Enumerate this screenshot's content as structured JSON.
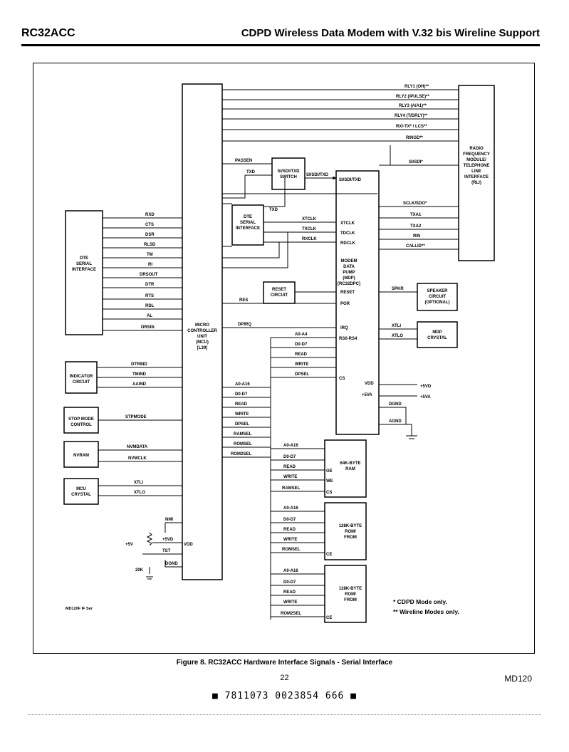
{
  "header": {
    "left": "RC32ACC",
    "right": "CDPD Wireless Data Modem with V.32 bis Wireline Support"
  },
  "blocks": {
    "mcu": [
      "MICRO",
      "CONTROLLER",
      "UNIT",
      "(MCU)",
      "[L39]"
    ],
    "dte_if": [
      "DTE",
      "SERIAL",
      "INTERFACE"
    ],
    "indicator": [
      "INDICATOR",
      "CIRCUIT"
    ],
    "stop_mode": [
      "STOP MODE",
      "CONTROL"
    ],
    "nvram": [
      "NVRAM"
    ],
    "mcu_crystal": [
      "MCU",
      "CRYSTAL"
    ],
    "switch": [
      "SI/SDI/TXD",
      "SWITCH"
    ],
    "dte_serial": [
      "DTE",
      "SERIAL",
      "INTERFACE"
    ],
    "reset": [
      "RESET",
      "CIRCUIT"
    ],
    "mdp": [
      "MODEM",
      "DATA",
      "PUMP",
      "(MDP)",
      "[RC32DPC]"
    ],
    "speaker": [
      "SPEAKER",
      "CIRCUIT",
      "(OPTIONAL)"
    ],
    "mdp_crystal": [
      "MDP",
      "CRYSTAL"
    ],
    "rli": [
      "RADIO",
      "FREQUENCY",
      "MODULE/",
      "TELEPHONE",
      "LINE",
      "INTERFACE",
      "(RLI)"
    ],
    "ram": [
      "64K-BYTE",
      "RAM"
    ],
    "rom1": [
      "128K-BYTE",
      "ROM/",
      "FROM"
    ],
    "rom2": [
      "128K-BYTE",
      "ROM/",
      "FROM"
    ]
  },
  "signals": {
    "rli_top": [
      "RLY1 (OH)**",
      "RLY2 (/PULSE)**",
      "RLY3 (A/A1)**",
      "RLY4 (T/DRLY)**",
      "RX/-TX* / LCS**",
      "RINGD**"
    ],
    "passen": "PASSEN",
    "txd": "TXD",
    "si_sdi_txd": "SI/SDI/TXD",
    "si_sdi_txd_in": "SI/SDI/TXD",
    "si_sdi": "SI/SDI*",
    "sclk": "SCLK/SDO*",
    "txa1": "TXA1",
    "txa2": "TXA2",
    "rin": "RIN",
    "callid": "CALLID**",
    "txd2": "TXD",
    "xtclk": "XTCLK",
    "txclk": "TXCLK",
    "rxclk": "RXCLK",
    "xtclk_in": "XTCLK",
    "tdclk": "TDCLK",
    "rdclk": "RDCLK",
    "dte_left": [
      "RXD",
      "CTS",
      "DSR",
      "RLSD",
      "TM",
      "RI",
      "DRSOUT",
      "DTR",
      "RTS",
      "RDL",
      "AL",
      "DRSIN"
    ],
    "res": "RES",
    "reset_pin": "RESET",
    "por": "POR",
    "dpirq": "DPIRQ",
    "irq": "IRQ",
    "a0a4": "A0-A4",
    "rs0rs4": "RS0-RS4",
    "d0d7": "D0-D7",
    "read": "READ",
    "write": "WRITE",
    "dpsel": "DPSEL",
    "cs": "CS",
    "vdd": "VDD",
    "p5va": "+5VA",
    "p5vd_r": "+5VD",
    "p5va_r": "+5VA",
    "dgnd": "DGND",
    "agnd": "AGND",
    "spkr": "SPKR",
    "xtli": "XTLI",
    "xtlo": "XTLO",
    "ind": [
      "DTRIND",
      "TMIND",
      "AAIND"
    ],
    "stpmode": "STPMODE",
    "nvmdata": "NVMDATA",
    "nvmclk": "NVMCLK",
    "mcu_xtli": "XTLI",
    "mcu_xtlo": "XTLO",
    "bus": [
      "A0-A16",
      "D0-D7",
      "READ",
      "WRITE",
      "DPSEL",
      "RAMSEL",
      "ROMSEL",
      "ROM2SEL"
    ],
    "nmi": "NMI",
    "p5v": "+5V",
    "p5vd": "+5VD",
    "vdd_mcu": "VDD",
    "tst": "TST",
    "dgnd_mcu": "DGND",
    "r20k": "20K",
    "ram_sig": [
      "A0-A16",
      "D0-D7",
      "READ",
      "WRITE",
      "RAMSEL"
    ],
    "rom1_sig": [
      "A0-A16",
      "D0-D7",
      "READ",
      "WRITE",
      "ROMSEL"
    ],
    "rom2_sig": [
      "A0-A16",
      "D0-D7",
      "READ",
      "WRITE",
      "ROM2SEL"
    ],
    "oe": "OE",
    "we": "WE",
    "cs2": "CS",
    "ce": "CE"
  },
  "notes": {
    "cdpd": "* CDPD Mode only.",
    "wire": "** Wireline Modes only.",
    "ref": "MD120F IF Ser"
  },
  "caption": "Figure 8.  RC32ACC Hardware Interface Signals - Serial Interface",
  "page_number": "22",
  "doc_id": "MD120",
  "barcode": "■ 7811073 0023854 666 ■"
}
